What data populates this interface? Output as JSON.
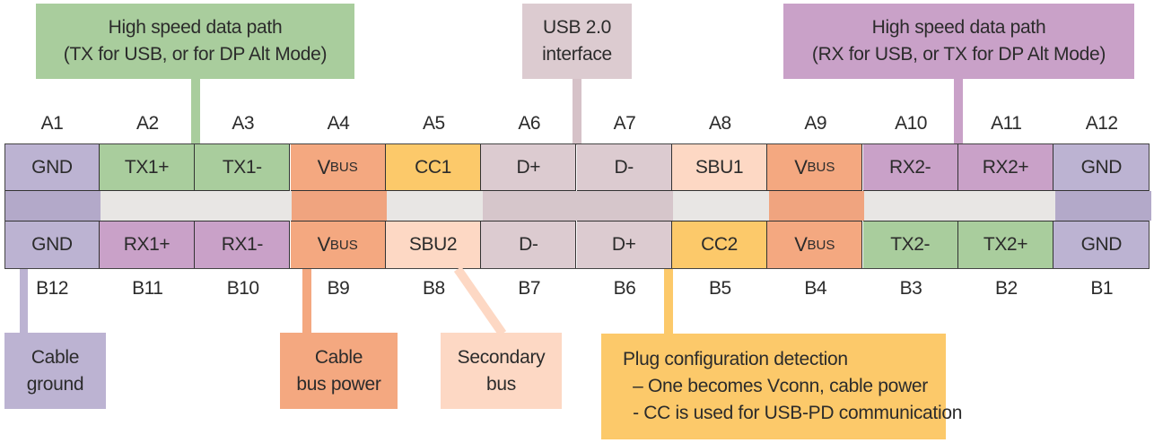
{
  "colors": {
    "ground": "#bcb3d2",
    "ground_mid": "#b3a9c9",
    "tx": "#a9cd9d",
    "rx": "#c9a1c8",
    "vbus": "#f4a880",
    "vbus_mid": "#f0a47f",
    "cc": "#fcc96a",
    "usb2": "#dccbd0",
    "usb2_mid": "#d6c6cb",
    "sbu": "#fdd8c4",
    "neutral_mid": "#e8e6e4"
  },
  "callouts": {
    "tx_path": {
      "lines": [
        "High speed data path",
        "(TX for USB, or for DP Alt Mode)"
      ]
    },
    "usb2": {
      "lines": [
        "USB 2.0",
        "interface"
      ]
    },
    "rx_path": {
      "lines": [
        "High speed data path",
        "(RX for USB, or TX for DP Alt Mode)"
      ]
    },
    "cable_ground": {
      "lines": [
        "Cable",
        "ground"
      ]
    },
    "cable_bus_power": {
      "lines": [
        "Cable",
        "bus power"
      ]
    },
    "secondary_bus": {
      "lines": [
        "Secondary",
        "bus"
      ]
    },
    "plug_config": {
      "lines": [
        "Plug configuration detection",
        "  – One becomes Vconn, cable power",
        "  - CC is used for USB-PD communication"
      ]
    }
  },
  "row_a": {
    "labels": [
      "A1",
      "A2",
      "A3",
      "A4",
      "A5",
      "A6",
      "A7",
      "A8",
      "A9",
      "A10",
      "A11",
      "A12"
    ],
    "signals": [
      {
        "name": "GND",
        "group": "ground"
      },
      {
        "name": "TX1+",
        "group": "tx"
      },
      {
        "name": "TX1-",
        "group": "tx"
      },
      {
        "name": "V",
        "sub": "BUS",
        "group": "vbus"
      },
      {
        "name": "CC1",
        "group": "cc"
      },
      {
        "name": "D+",
        "group": "usb2"
      },
      {
        "name": "D-",
        "group": "usb2"
      },
      {
        "name": "SBU1",
        "group": "sbu"
      },
      {
        "name": "V",
        "sub": "BUS",
        "group": "vbus"
      },
      {
        "name": "RX2-",
        "group": "rx"
      },
      {
        "name": "RX2+",
        "group": "rx"
      },
      {
        "name": "GND",
        "group": "ground"
      }
    ]
  },
  "middle_row": [
    "ground_mid",
    "neutral_mid",
    "neutral_mid",
    "vbus_mid",
    "neutral_mid",
    "usb2_mid",
    "usb2_mid",
    "neutral_mid",
    "vbus_mid",
    "neutral_mid",
    "neutral_mid",
    "ground_mid"
  ],
  "row_b": {
    "labels": [
      "B12",
      "B11",
      "B10",
      "B9",
      "B8",
      "B7",
      "B6",
      "B5",
      "B4",
      "B3",
      "B2",
      "B1"
    ],
    "signals": [
      {
        "name": "GND",
        "group": "ground"
      },
      {
        "name": "RX1+",
        "group": "rx"
      },
      {
        "name": "RX1-",
        "group": "rx"
      },
      {
        "name": "V",
        "sub": "BUS",
        "group": "vbus"
      },
      {
        "name": "SBU2",
        "group": "sbu"
      },
      {
        "name": "D-",
        "group": "usb2"
      },
      {
        "name": "D+",
        "group": "usb2"
      },
      {
        "name": "CC2",
        "group": "cc"
      },
      {
        "name": "V",
        "sub": "BUS",
        "group": "vbus"
      },
      {
        "name": "TX2-",
        "group": "tx"
      },
      {
        "name": "TX2+",
        "group": "tx"
      },
      {
        "name": "GND",
        "group": "ground"
      }
    ]
  }
}
